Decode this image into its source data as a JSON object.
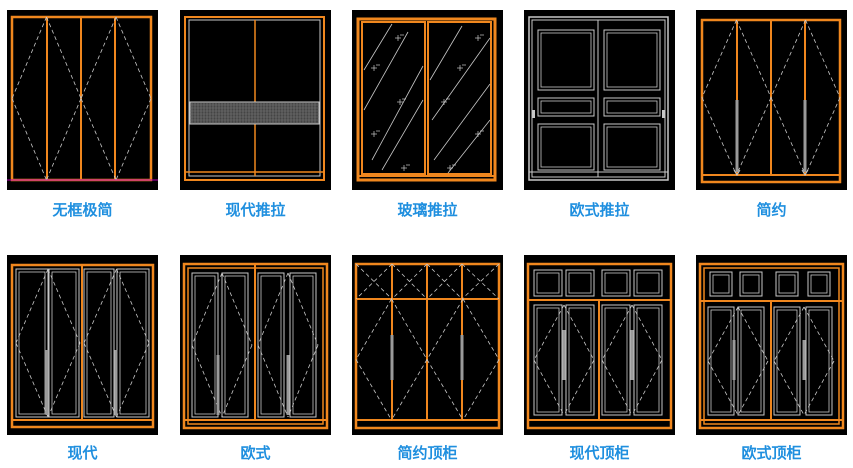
{
  "colors": {
    "frame": "#f0871e",
    "line": "#c8c8c8",
    "label": "#1f8fdf",
    "accent": "#b000b0"
  },
  "items": [
    {
      "label": "无框极简",
      "kind": "frameless"
    },
    {
      "label": "现代推拉",
      "kind": "modern-slide"
    },
    {
      "label": "玻璃推拉",
      "kind": "glass-slide"
    },
    {
      "label": "欧式推拉",
      "kind": "euro-slide"
    },
    {
      "label": "简约",
      "kind": "simple"
    },
    {
      "label": "现代",
      "kind": "modern"
    },
    {
      "label": "欧式",
      "kind": "euro"
    },
    {
      "label": "简约顶柜",
      "kind": "simple-top"
    },
    {
      "label": "现代顶柜",
      "kind": "modern-top"
    },
    {
      "label": "欧式顶柜",
      "kind": "euro-top"
    }
  ]
}
